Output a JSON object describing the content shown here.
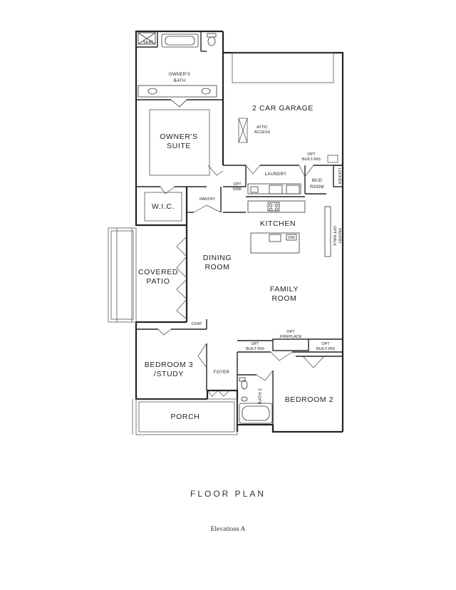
{
  "plan": {
    "title": "FLOOR PLAN",
    "elevation": "Elevations A",
    "rooms": {
      "seat": "SEAT",
      "owners_bath": [
        "OWNER'S",
        "BATH"
      ],
      "garage": "2 CAR GARAGE",
      "attic_access": [
        "ATTIC",
        "ACCESS"
      ],
      "owners_suite": [
        "OWNER'S",
        "SUITE"
      ],
      "opt_builtins_garage": [
        "OPT",
        "BUILT-INS"
      ],
      "laundry": "LAUNDRY",
      "mud_room": [
        "MUD",
        "ROOM"
      ],
      "locker": "LOCKER",
      "opt_sink": [
        "OPT",
        "SINK"
      ],
      "wic": "W.I.C.",
      "pantry": "PANTRY",
      "kitchen": "KITCHEN",
      "dw": "DW",
      "opt_walk_pantry": [
        "OPT WALK",
        "PANTRY"
      ],
      "dining_room": [
        "DINING",
        "ROOM"
      ],
      "covered_patio": [
        "COVERED",
        "PATIO"
      ],
      "family_room": [
        "FAMILY",
        "ROOM"
      ],
      "coat": "COAT",
      "opt_fireplace": [
        "OPT",
        "FIREPLACE"
      ],
      "opt_builtins_left": [
        "OPT",
        "BUILT-INS"
      ],
      "opt_builtins_right": [
        "OPT",
        "BUILT-INS"
      ],
      "bedroom3": [
        "BEDROOM 3",
        "/STUDY"
      ],
      "foyer": "FOYER",
      "bath2": "BATH 2",
      "bedroom2": "BEDROOM 2",
      "porch": "PORCH"
    }
  }
}
